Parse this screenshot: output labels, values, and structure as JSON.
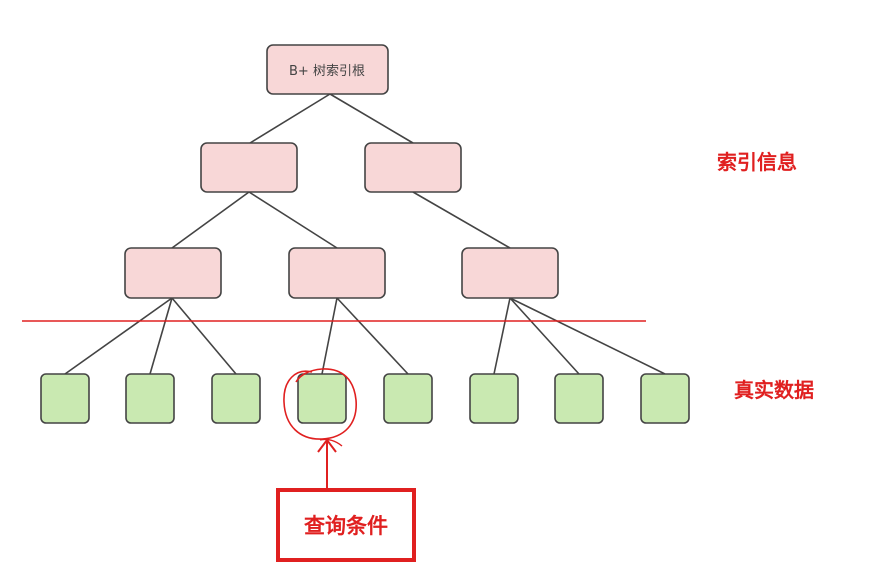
{
  "diagram": {
    "root_label": "B+ 树索引根",
    "index_label": "索引信息",
    "data_label": "真实数据",
    "query_label": "查询条件"
  },
  "colors": {
    "index_node_fill": "#f8d7d7",
    "data_node_fill": "#c9e9b1",
    "stroke": "#444444",
    "accent_red": "#e02020"
  }
}
